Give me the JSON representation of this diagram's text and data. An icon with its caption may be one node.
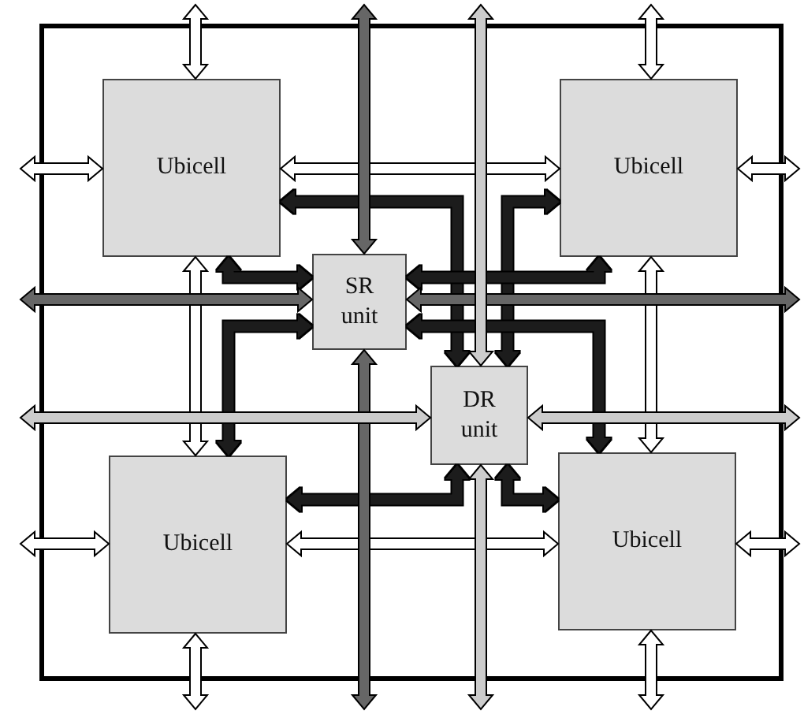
{
  "diagram": {
    "nodes": [
      {
        "text": [],
        "shape": "box"
      },
      {
        "text": [
          "Ubicell"
        ],
        "in": 0
      },
      {
        "text": [
          "Ubicell"
        ],
        "in": 0
      },
      {
        "text": [
          "Ubicell"
        ],
        "in": 0
      },
      {
        "text": [
          "Ubicell"
        ],
        "in": 0
      },
      {
        "text": [
          "SR unit"
        ],
        "in": 0
      },
      {
        "text": [
          "DR unit"
        ],
        "in": 0
      }
    ],
    "edges": [
      {
        "from": null,
        "to": 1,
        "arrow": "both"
      },
      {
        "from": null,
        "to": 1,
        "arrow": "both"
      },
      {
        "from": 1,
        "to": 2,
        "arrow": "both"
      },
      {
        "from": 1,
        "to": 3,
        "arrow": "both"
      },
      {
        "from": null,
        "to": 2,
        "arrow": "both"
      },
      {
        "from": 2,
        "to": null,
        "arrow": "both"
      },
      {
        "from": 2,
        "to": 4,
        "arrow": "both"
      },
      {
        "from": null,
        "to": 3,
        "arrow": "both"
      },
      {
        "from": 3,
        "to": 4,
        "arrow": "both"
      },
      {
        "from": 3,
        "to": null,
        "arrow": "both"
      },
      {
        "from": 4,
        "to": null,
        "arrow": "both"
      },
      {
        "from": 4,
        "to": null,
        "arrow": "both"
      },
      {
        "from": 1,
        "to": 5,
        "arrow": "both",
        "color": "#1a1a1a"
      },
      {
        "from": 1,
        "to": 6,
        "arrow": "both",
        "color": "#1a1a1a"
      },
      {
        "from": 2,
        "to": 6,
        "arrow": "both",
        "color": "#1a1a1a"
      },
      {
        "from": 2,
        "to": 5,
        "arrow": "both",
        "color": "#1a1a1a"
      },
      {
        "from": 5,
        "to": 3,
        "arrow": "both",
        "color": "#1a1a1a"
      },
      {
        "from": 5,
        "to": 4,
        "arrow": "both",
        "color": "#1a1a1a"
      },
      {
        "from": 6,
        "to": 3,
        "arrow": "both",
        "color": "#1a1a1a"
      },
      {
        "from": 6,
        "to": 4,
        "arrow": "both",
        "color": "#1a1a1a"
      },
      {
        "from": null,
        "to": 5,
        "arrow": "both",
        "color": "#666666"
      },
      {
        "from": 5,
        "to": null,
        "arrow": "both",
        "color": "#666666"
      },
      {
        "from": null,
        "to": 5,
        "arrow": "both",
        "color": "#666666"
      },
      {
        "from": 5,
        "to": null,
        "arrow": "both",
        "color": "#666666"
      },
      {
        "from": null,
        "to": 6,
        "arrow": "both",
        "color": "#cccccc"
      },
      {
        "from": 6,
        "to": null,
        "arrow": "both",
        "color": "#cccccc"
      },
      {
        "from": null,
        "to": 6,
        "arrow": "both",
        "color": "#cccccc"
      },
      {
        "from": 6,
        "to": null,
        "arrow": "both",
        "color": "#cccccc"
      }
    ]
  }
}
